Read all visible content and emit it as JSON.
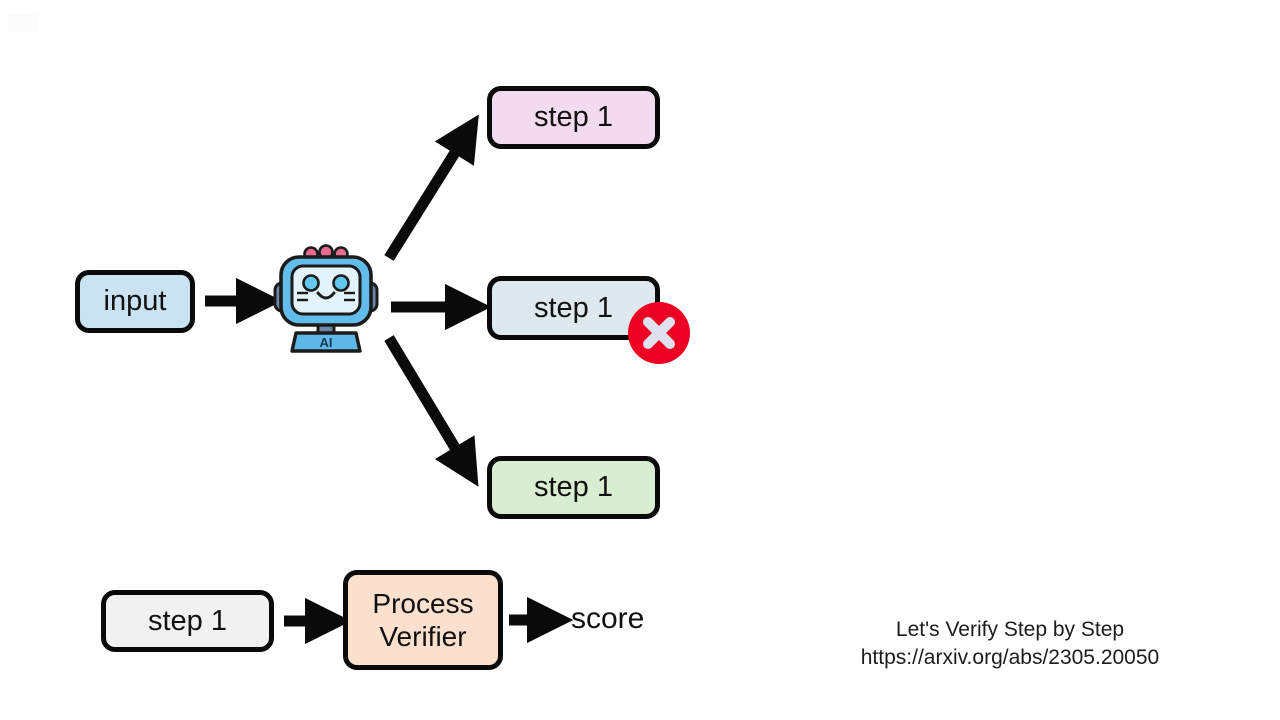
{
  "page": {
    "background_color": "#ffffff",
    "title": "Process Verifier (Let's Verify Step by Step) diagram"
  },
  "flow": {
    "input_node": {
      "label": "input",
      "color": "#c9e3f2"
    },
    "generator": {
      "icon_name": "ai-robot-icon",
      "badge_text": "AI"
    },
    "branches": [
      {
        "label": "step 1",
        "color": "#f3dbef",
        "status": "ok"
      },
      {
        "label": "step 1",
        "color": "#dde8ef",
        "status": "error"
      },
      {
        "label": "step 1",
        "color": "#d9edd1",
        "status": "ok"
      }
    ],
    "error_badge": {
      "icon_name": "error-x-icon",
      "circle_color": "#ee0024",
      "mark_color": "#dfe2ee"
    },
    "arrows": {
      "color": "#0a0a0a",
      "input_to_robot": "arrow-right",
      "robot_to_branch_top": "arrow-up-right",
      "robot_to_branch_middle": "arrow-right",
      "robot_to_branch_bottom": "arrow-down-right"
    }
  },
  "verifier_row": {
    "step_node": {
      "label": "step 1",
      "color": "#f1f1f1"
    },
    "verifier_node": {
      "label_line1": "Process",
      "label_line2": "Verifier",
      "color": "#fbe0ce"
    },
    "output": {
      "label": "score"
    },
    "arrows": {
      "step_to_verifier": "arrow-right",
      "verifier_to_score": "arrow-right"
    }
  },
  "citation": {
    "title": "Let's Verify Step by Step",
    "url": "https://arxiv.org/abs/2305.20050"
  }
}
